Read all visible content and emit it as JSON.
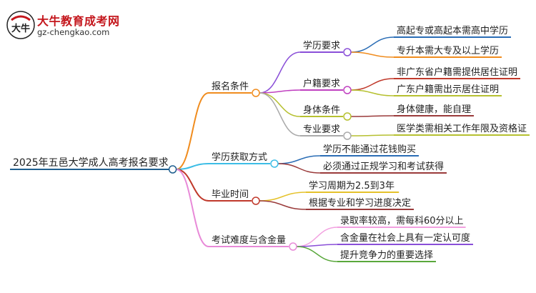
{
  "logo": {
    "title": "大牛教育成考网",
    "url": "gz-chengkao.com",
    "mark_text": "大牛"
  },
  "colors": {
    "root": "#1f5f8f",
    "orange": "#f08c1e",
    "cyan": "#3cbde6",
    "red": "#c0392b",
    "brown": "#b5651d",
    "pink": "#e88ad8",
    "gray": "#aaaaaa",
    "blue": "#2a6db5",
    "yellow": "#e5c22b",
    "olive": "#b6c030",
    "violet": "#8a4fd8",
    "magenta": "#c040c0",
    "lightpink": "#f2a0e0",
    "lime": "#9bc32e",
    "green": "#5aa83c",
    "maroon": "#9a3a3a"
  },
  "mindmap": {
    "root": "2025年五邑大学成人高考报名要求",
    "branches": [
      {
        "label": "报名条件",
        "children": [
          {
            "label": "学历要求",
            "children": [
              "高起专或高起本需高中学历",
              "专升本需大专及以上学历"
            ]
          },
          {
            "label": "户籍要求",
            "children": [
              "非广东省户籍需提供居住证明",
              "广东户籍需出示居住证明"
            ]
          },
          {
            "label": "身体条件",
            "children": [
              "身体健康，能自理"
            ]
          },
          {
            "label": "专业要求",
            "children": [
              "医学类需相关工作年限及资格证"
            ]
          }
        ]
      },
      {
        "label": "学历获取方式",
        "children": [
          "学历不能通过花钱购买",
          "必须通过正规学习和考试获得"
        ]
      },
      {
        "label": "毕业时间",
        "children": [
          "学习周期为2.5到3年",
          "根据专业和学习进度决定"
        ]
      },
      {
        "label": "考试难度与含金量",
        "children": [
          "录取率较高，需每科60分以上",
          "含金量在社会上具有一定认可度",
          "提升竞争力的重要选择"
        ]
      }
    ]
  }
}
